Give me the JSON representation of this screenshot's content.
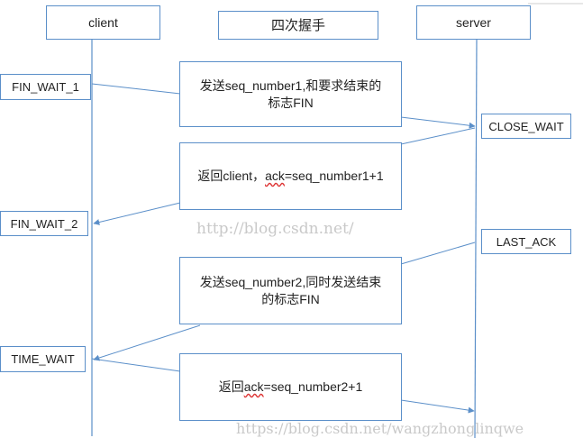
{
  "headers": {
    "client": "client",
    "title": "四次握手",
    "server": "server"
  },
  "client_states": {
    "fin_wait_1": "FIN_WAIT_1",
    "fin_wait_2": "FIN_WAIT_2",
    "time_wait": "TIME_WAIT"
  },
  "server_states": {
    "close_wait": "CLOSE_WAIT",
    "last_ack": "LAST_ACK"
  },
  "messages": {
    "m1_line1": "发送seq_number1,和要求结束的",
    "m1_line2": "标志FIN",
    "m2_prefix": "返回client，",
    "m2_ack": "ack",
    "m2_suffix": "=seq_number1+1",
    "m3_line1": "发送seq_number2,同时发送结束",
    "m3_line2": "的标志FIN",
    "m4_prefix": "返回",
    "m4_ack": "ack",
    "m4_suffix": "=seq_number2+1"
  },
  "watermarks": {
    "center": "http://blog.csdn.net/",
    "bottom": "https://blog.csdn.net/wangzhonglinqwe"
  },
  "colors": {
    "line": "#5b8fc9",
    "border": "#5b8fc9",
    "watermark": "#c9c9c9",
    "squiggle": "#d33333"
  }
}
